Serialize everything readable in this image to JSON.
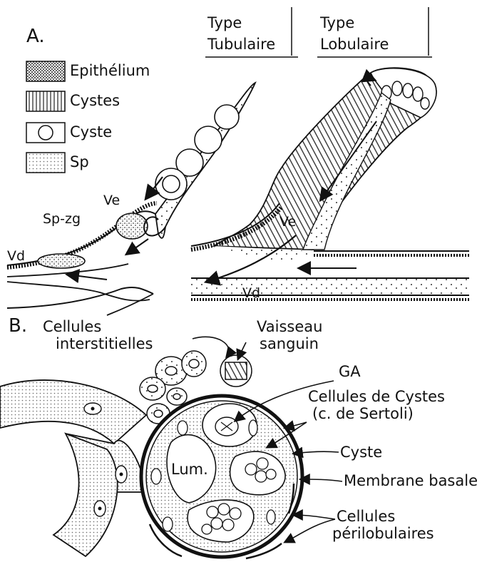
{
  "panel_a": {
    "title": "A.",
    "legend": {
      "epithelium": "Epithélium",
      "cystes": "Cystes",
      "cyste": "Cyste",
      "sp": "Sp"
    },
    "headers": {
      "tubulaire_line1": "Type",
      "tubulaire_line2": "Tubulaire",
      "lobulaire_line1": "Type",
      "lobulaire_line2": "Lobulaire"
    },
    "labels": {
      "ve_left": "Ve",
      "sp_zg": "Sp-zg",
      "vd_left": "Vd",
      "ve_right": "Ve",
      "vd_right": "Vd"
    }
  },
  "panel_b": {
    "title": "B.",
    "labels": {
      "cellules_interstitielles_1": "Cellules",
      "cellules_interstitielles_2": "interstitielles",
      "vaisseau_1": "Vaisseau",
      "vaisseau_2": "sanguin",
      "ga": "GA",
      "cellules_cystes_1": "Cellules de Cystes",
      "cellules_cystes_2": "(c. de Sertoli)",
      "cyste": "Cyste",
      "membrane": "Membrane basale",
      "lum": "Lum.",
      "perilob_1": "Cellules",
      "perilob_2": "périlobulaires"
    }
  },
  "colors": {
    "ink": "#111111",
    "paper": "#ffffff",
    "stipple": "#555555"
  }
}
